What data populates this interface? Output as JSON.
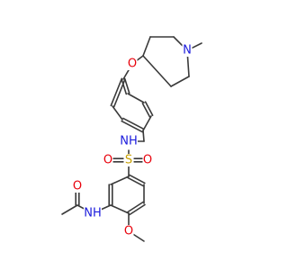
{
  "molecule": {
    "atoms": [
      {
        "id": "n_pip",
        "label": "N",
        "color": "#1a1adc"
      },
      {
        "id": "o_ether",
        "label": "O",
        "color": "#e8000b"
      },
      {
        "id": "nh_sulfonamide",
        "label": "NH",
        "color": "#1a1adc"
      },
      {
        "id": "s_sulfonyl",
        "label": "S",
        "color": "#c8a000"
      },
      {
        "id": "o_sulfonyl_left",
        "label": "O",
        "color": "#e8000b"
      },
      {
        "id": "o_sulfonyl_right",
        "label": "O",
        "color": "#e8000b"
      },
      {
        "id": "o_carbonyl",
        "label": "O",
        "color": "#e8000b"
      },
      {
        "id": "nh_amide",
        "label": "NH",
        "color": "#1a1adc"
      },
      {
        "id": "o_methoxy",
        "label": "O",
        "color": "#e8000b"
      }
    ],
    "bond_color": "#3a3a3a"
  }
}
